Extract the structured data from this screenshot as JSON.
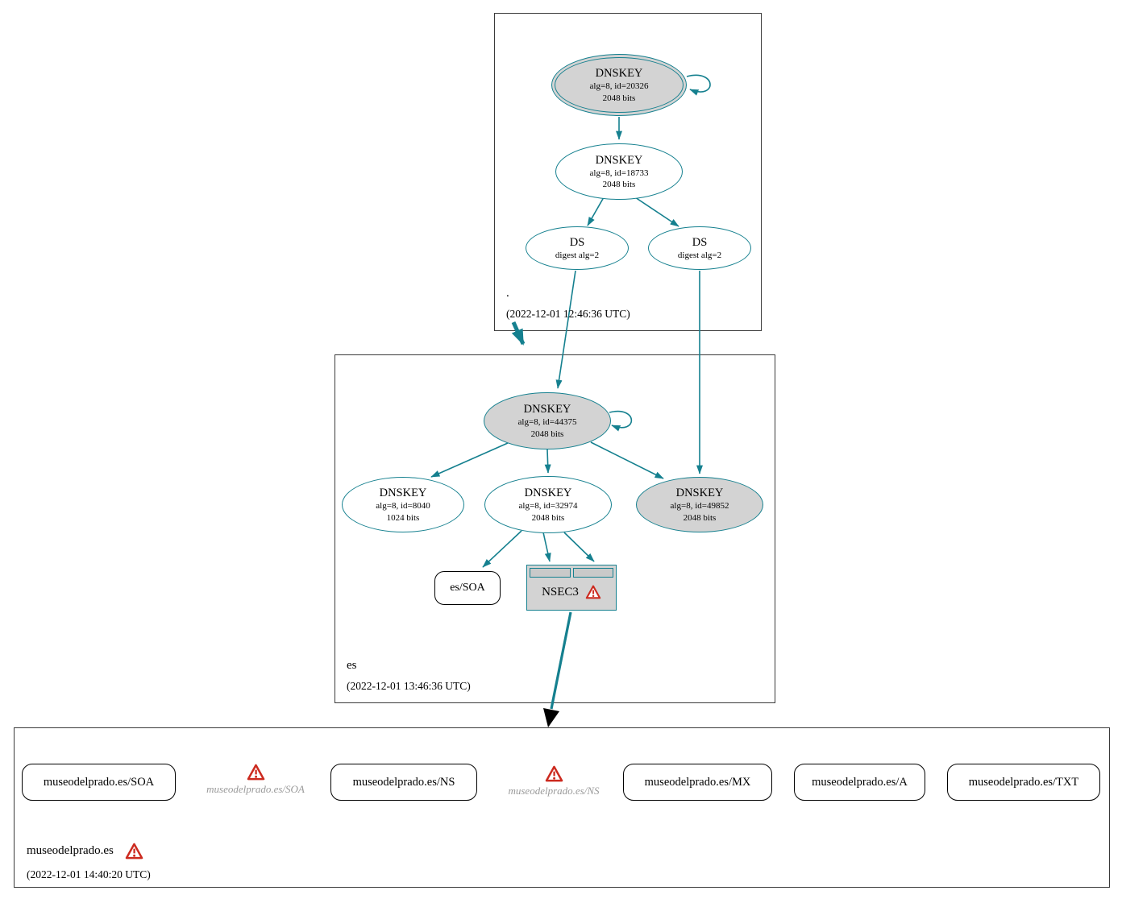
{
  "colors": {
    "secure_edge": "#15808f",
    "warning": "#cc2a1f",
    "signed_key_fill": "#d3d3d3"
  },
  "icons": {
    "warning": "triangle-exclamation"
  },
  "zones": {
    "root": {
      "label": ".",
      "timestamp": "(2022-12-01 12:46:36 UTC)",
      "nodes": {
        "ksk": {
          "title": "DNSKEY",
          "detail1": "alg=8, id=20326",
          "detail2": "2048 bits"
        },
        "zsk": {
          "title": "DNSKEY",
          "detail1": "alg=8, id=18733",
          "detail2": "2048 bits"
        },
        "ds1": {
          "title": "DS",
          "detail1": "digest alg=2"
        },
        "ds2": {
          "title": "DS",
          "detail1": "digest alg=2"
        }
      }
    },
    "es": {
      "label": "es",
      "timestamp": "(2022-12-01 13:46:36 UTC)",
      "nodes": {
        "ksk": {
          "title": "DNSKEY",
          "detail1": "alg=8, id=44375",
          "detail2": "2048 bits"
        },
        "zsk1": {
          "title": "DNSKEY",
          "detail1": "alg=8, id=8040",
          "detail2": "1024 bits"
        },
        "zsk2": {
          "title": "DNSKEY",
          "detail1": "alg=8, id=32974",
          "detail2": "2048 bits"
        },
        "zsk3": {
          "title": "DNSKEY",
          "detail1": "alg=8, id=49852",
          "detail2": "2048 bits"
        },
        "soa": {
          "label": "es/SOA"
        },
        "nsec3": {
          "label": "NSEC3"
        }
      }
    },
    "target": {
      "label": "museodelprado.es",
      "timestamp": "(2022-12-01 14:40:20 UTC)",
      "rrsets": [
        {
          "label": "museodelprado.es/SOA",
          "status": "present"
        },
        {
          "label": "museodelprado.es/SOA",
          "status": "missing"
        },
        {
          "label": "museodelprado.es/NS",
          "status": "present"
        },
        {
          "label": "museodelprado.es/NS",
          "status": "missing"
        },
        {
          "label": "museodelprado.es/MX",
          "status": "present"
        },
        {
          "label": "museodelprado.es/A",
          "status": "present"
        },
        {
          "label": "museodelprado.es/TXT",
          "status": "present"
        }
      ]
    }
  }
}
